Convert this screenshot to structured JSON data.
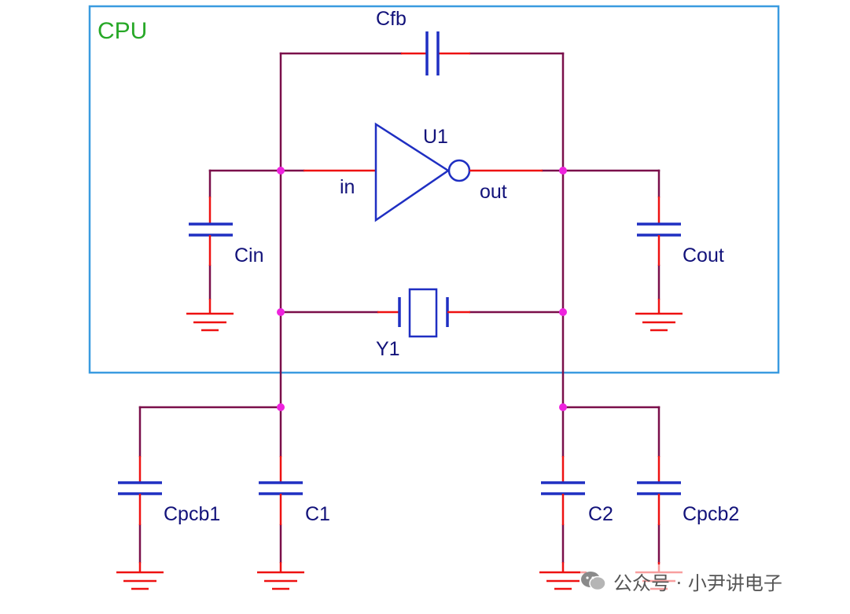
{
  "block": {
    "name": "CPU"
  },
  "components": {
    "feedback_cap": "Cfb",
    "inverter": "U1",
    "inverter_input": "in",
    "inverter_output": "out",
    "input_cap": "Cin",
    "output_cap": "Cout",
    "crystal": "Y1",
    "pcb_cap_left": "Cpcb1",
    "load_cap_left": "C1",
    "load_cap_right": "C2",
    "pcb_cap_right": "Cpcb2"
  },
  "watermark": {
    "text": "公众号 · 小尹讲电子"
  },
  "colors": {
    "wire": "#7a0f4a",
    "pin": "#ee1111",
    "symbol": "#1f2fc2",
    "junction": "#ee22dd",
    "label": "#12127a",
    "block_border": "#3a9be0",
    "block_label": "#27a827"
  }
}
